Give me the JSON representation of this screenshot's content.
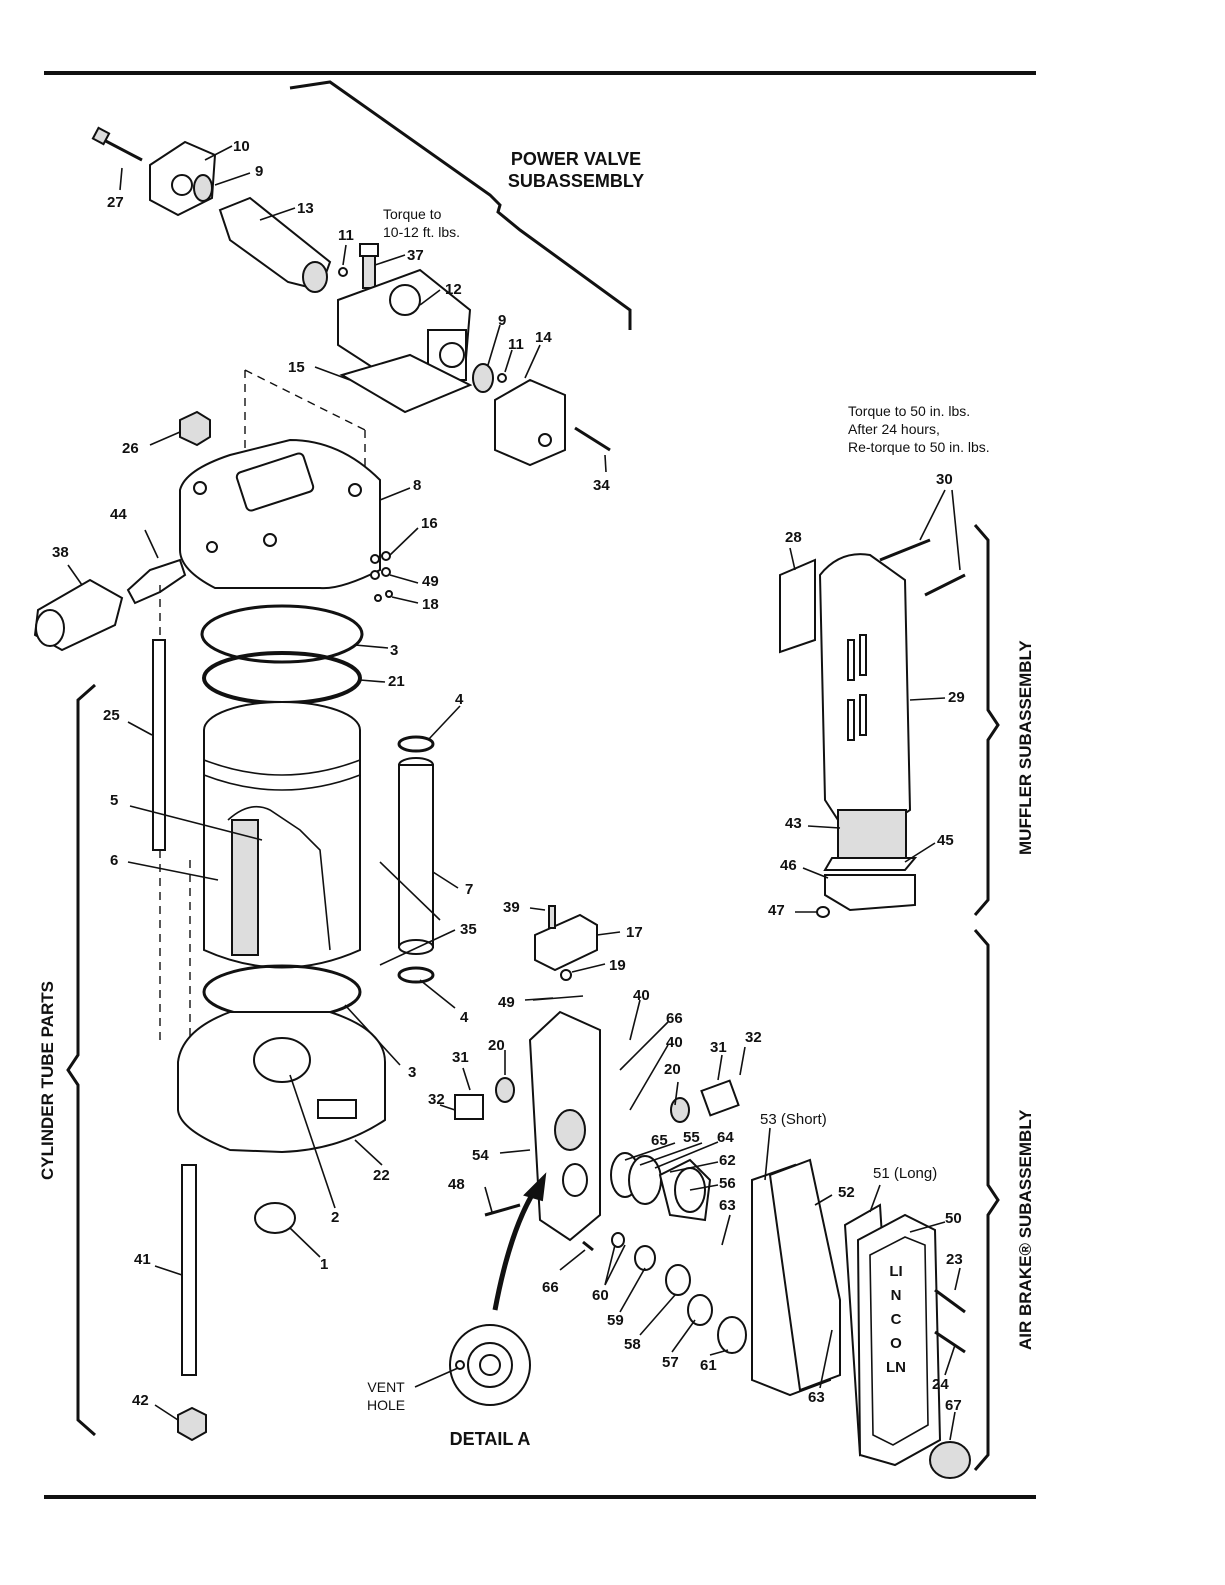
{
  "titles": {
    "power_valve": "POWER VALVE\nSUBASSEMBLY",
    "muffler": "MUFFLER SUBASSEMBLY",
    "air_brake": "AIR BRAKE® SUBASSEMBLY",
    "cylinder": "CYLINDER TUBE PARTS",
    "detail": "DETAIL A"
  },
  "notes": {
    "torque_valve": "Torque to\n10-12 ft. lbs.",
    "torque_muffler": "Torque to 50 in. lbs.\nAfter 24 hours,\nRe-torque to 50 in. lbs.",
    "vent_hole": "VENT\nHOLE"
  },
  "callouts": {
    "c1": "1",
    "c2": "2",
    "c3a": "3",
    "c3b": "3",
    "c4a": "4",
    "c4b": "4",
    "c5": "5",
    "c6": "6",
    "c7": "7",
    "c8": "8",
    "c9a": "9",
    "c9b": "9",
    "c10": "10",
    "c11a": "11",
    "c11b": "11",
    "c12": "12",
    "c13": "13",
    "c14": "14",
    "c15": "15",
    "c16": "16",
    "c17": "17",
    "c18": "18",
    "c19": "19",
    "c20a": "20",
    "c20b": "20",
    "c21": "21",
    "c22": "22",
    "c23": "23",
    "c24": "24",
    "c25": "25",
    "c26": "26",
    "c27": "27",
    "c28": "28",
    "c29": "29",
    "c30": "30",
    "c31a": "31",
    "c31b": "31",
    "c32a": "32",
    "c32b": "32",
    "c34": "34",
    "c35": "35",
    "c37": "37",
    "c38": "38",
    "c39": "39",
    "c40a": "40",
    "c40b": "40",
    "c41": "41",
    "c42": "42",
    "c43": "43",
    "c44": "44",
    "c45": "45",
    "c46": "46",
    "c47": "47",
    "c48": "48",
    "c49a": "49",
    "c49b": "49",
    "c50": "50",
    "c51": "51 (Long)",
    "c52": "52",
    "c53": "53 (Short)",
    "c54": "54",
    "c55": "55",
    "c56": "56",
    "c57": "57",
    "c58": "58",
    "c59": "59",
    "c60": "60",
    "c61": "61",
    "c62": "62",
    "c63a": "63",
    "c63b": "63",
    "c64": "64",
    "c65": "65",
    "c66a": "66",
    "c66b": "66",
    "c67": "67"
  },
  "brand_plate_text": "LINCOLN"
}
